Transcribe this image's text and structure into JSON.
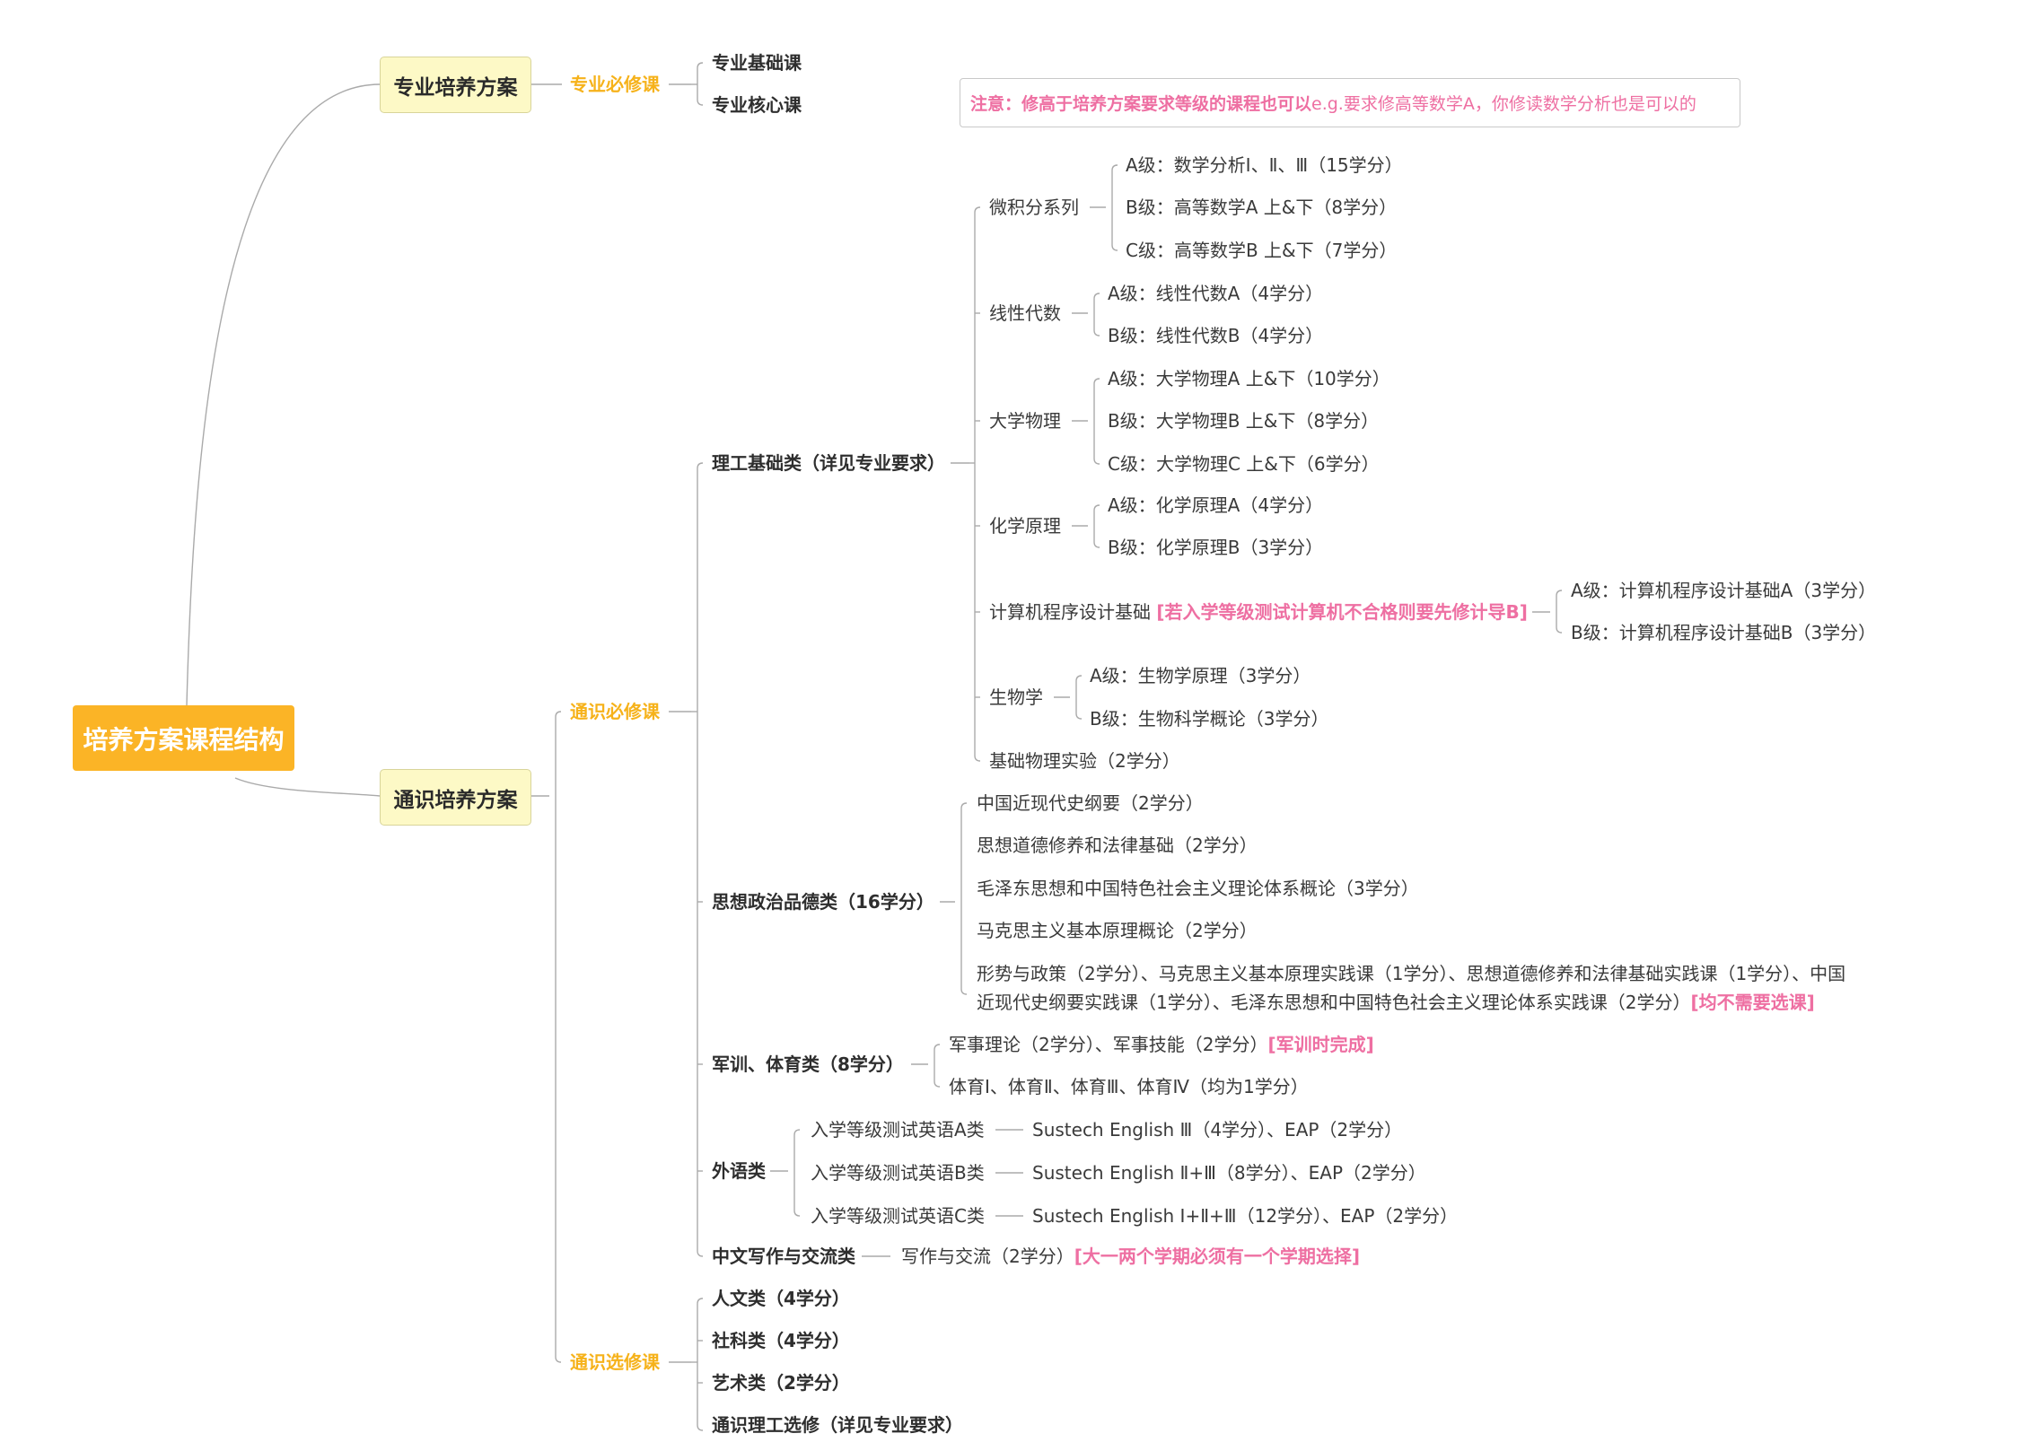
{
  "root": "培养方案课程结构",
  "major": {
    "title": "专业培养方案",
    "required": "专业必修课",
    "items": [
      "专业基础课",
      "专业核心课"
    ]
  },
  "notice": {
    "bold": "注意：修高于培养方案要求等级的课程也可以",
    "rest": " e.g.要求修高等数学A，你修读数学分析也是可以的"
  },
  "general": {
    "title": "通识培养方案",
    "required": "通识必修课",
    "elective": "通识选修课",
    "science": {
      "label": "理工基础类（详见专业要求）",
      "calculus": {
        "label": "微积分系列",
        "items": [
          "A级：数学分析Ⅰ、Ⅱ、Ⅲ（15学分）",
          "B级：高等数学A 上&下（8学分）",
          "C级：高等数学B 上&下（7学分）"
        ]
      },
      "linear": {
        "label": "线性代数",
        "items": [
          "A级：线性代数A（4学分）",
          "B级：线性代数B（4学分）"
        ]
      },
      "physics": {
        "label": "大学物理",
        "items": [
          "A级：大学物理A 上&下（10学分）",
          "B级：大学物理B 上&下（8学分）",
          "C级：大学物理C 上&下（6学分）"
        ]
      },
      "chemistry": {
        "label": "化学原理",
        "items": [
          "A级：化学原理A（4学分）",
          "B级：化学原理B（3学分）"
        ]
      },
      "programming": {
        "label": "计算机程序设计基础",
        "note": "[若入学等级测试计算机不合格则要先修计导B]",
        "items": [
          "A级：计算机程序设计基础A（3学分）",
          "B级：计算机程序设计基础B（3学分）"
        ]
      },
      "biology": {
        "label": "生物学",
        "items": [
          "A级：生物学原理（3学分）",
          "B级：生物科学概论（3学分）"
        ]
      },
      "lab": "基础物理实验（2学分）"
    },
    "politics": {
      "label": "思想政治品德类（16学分）",
      "items": [
        "中国近现代史纲要（2学分）",
        "思想道德修养和法律基础（2学分）",
        "毛泽东思想和中国特色社会主义理论体系概论（3学分）",
        "马克思主义基本原理概论（2学分）"
      ],
      "practice_line1": "形势与政策（2学分）、马克思主义基本原理实践课（1学分）、思想道德修养和法律基础实践课（1学分）、中国",
      "practice_line2": "近现代史纲要实践课（1学分）、毛泽东思想和中国特色社会主义理论体系实践课（2学分）",
      "practice_note": "[均不需要选课]"
    },
    "military": {
      "label": "军训、体育类（8学分）",
      "item1": "军事理论（2学分）、军事技能（2学分）",
      "item1_note": "[军训时完成]",
      "item2": "体育Ⅰ、体育Ⅱ、体育Ⅲ、体育Ⅳ（均为1学分）"
    },
    "language": {
      "label": "外语类",
      "items": [
        {
          "test": "入学等级测试英语A类",
          "course": "Sustech English Ⅲ（4学分）、EAP（2学分）"
        },
        {
          "test": "入学等级测试英语B类",
          "course": "Sustech English Ⅱ+Ⅲ（8学分）、EAP（2学分）"
        },
        {
          "test": "入学等级测试英语C类",
          "course": "Sustech English Ⅰ+Ⅱ+Ⅲ（12学分）、EAP（2学分）"
        }
      ]
    },
    "writing": {
      "label": "中文写作与交流类",
      "item": "写作与交流（2学分）",
      "note": "[大一两个学期必须有一个学期选择]"
    },
    "electives": [
      "人文类（4学分）",
      "社科类（4学分）",
      "艺术类（2学分）",
      "通识理工选修（详见专业要求）"
    ]
  }
}
